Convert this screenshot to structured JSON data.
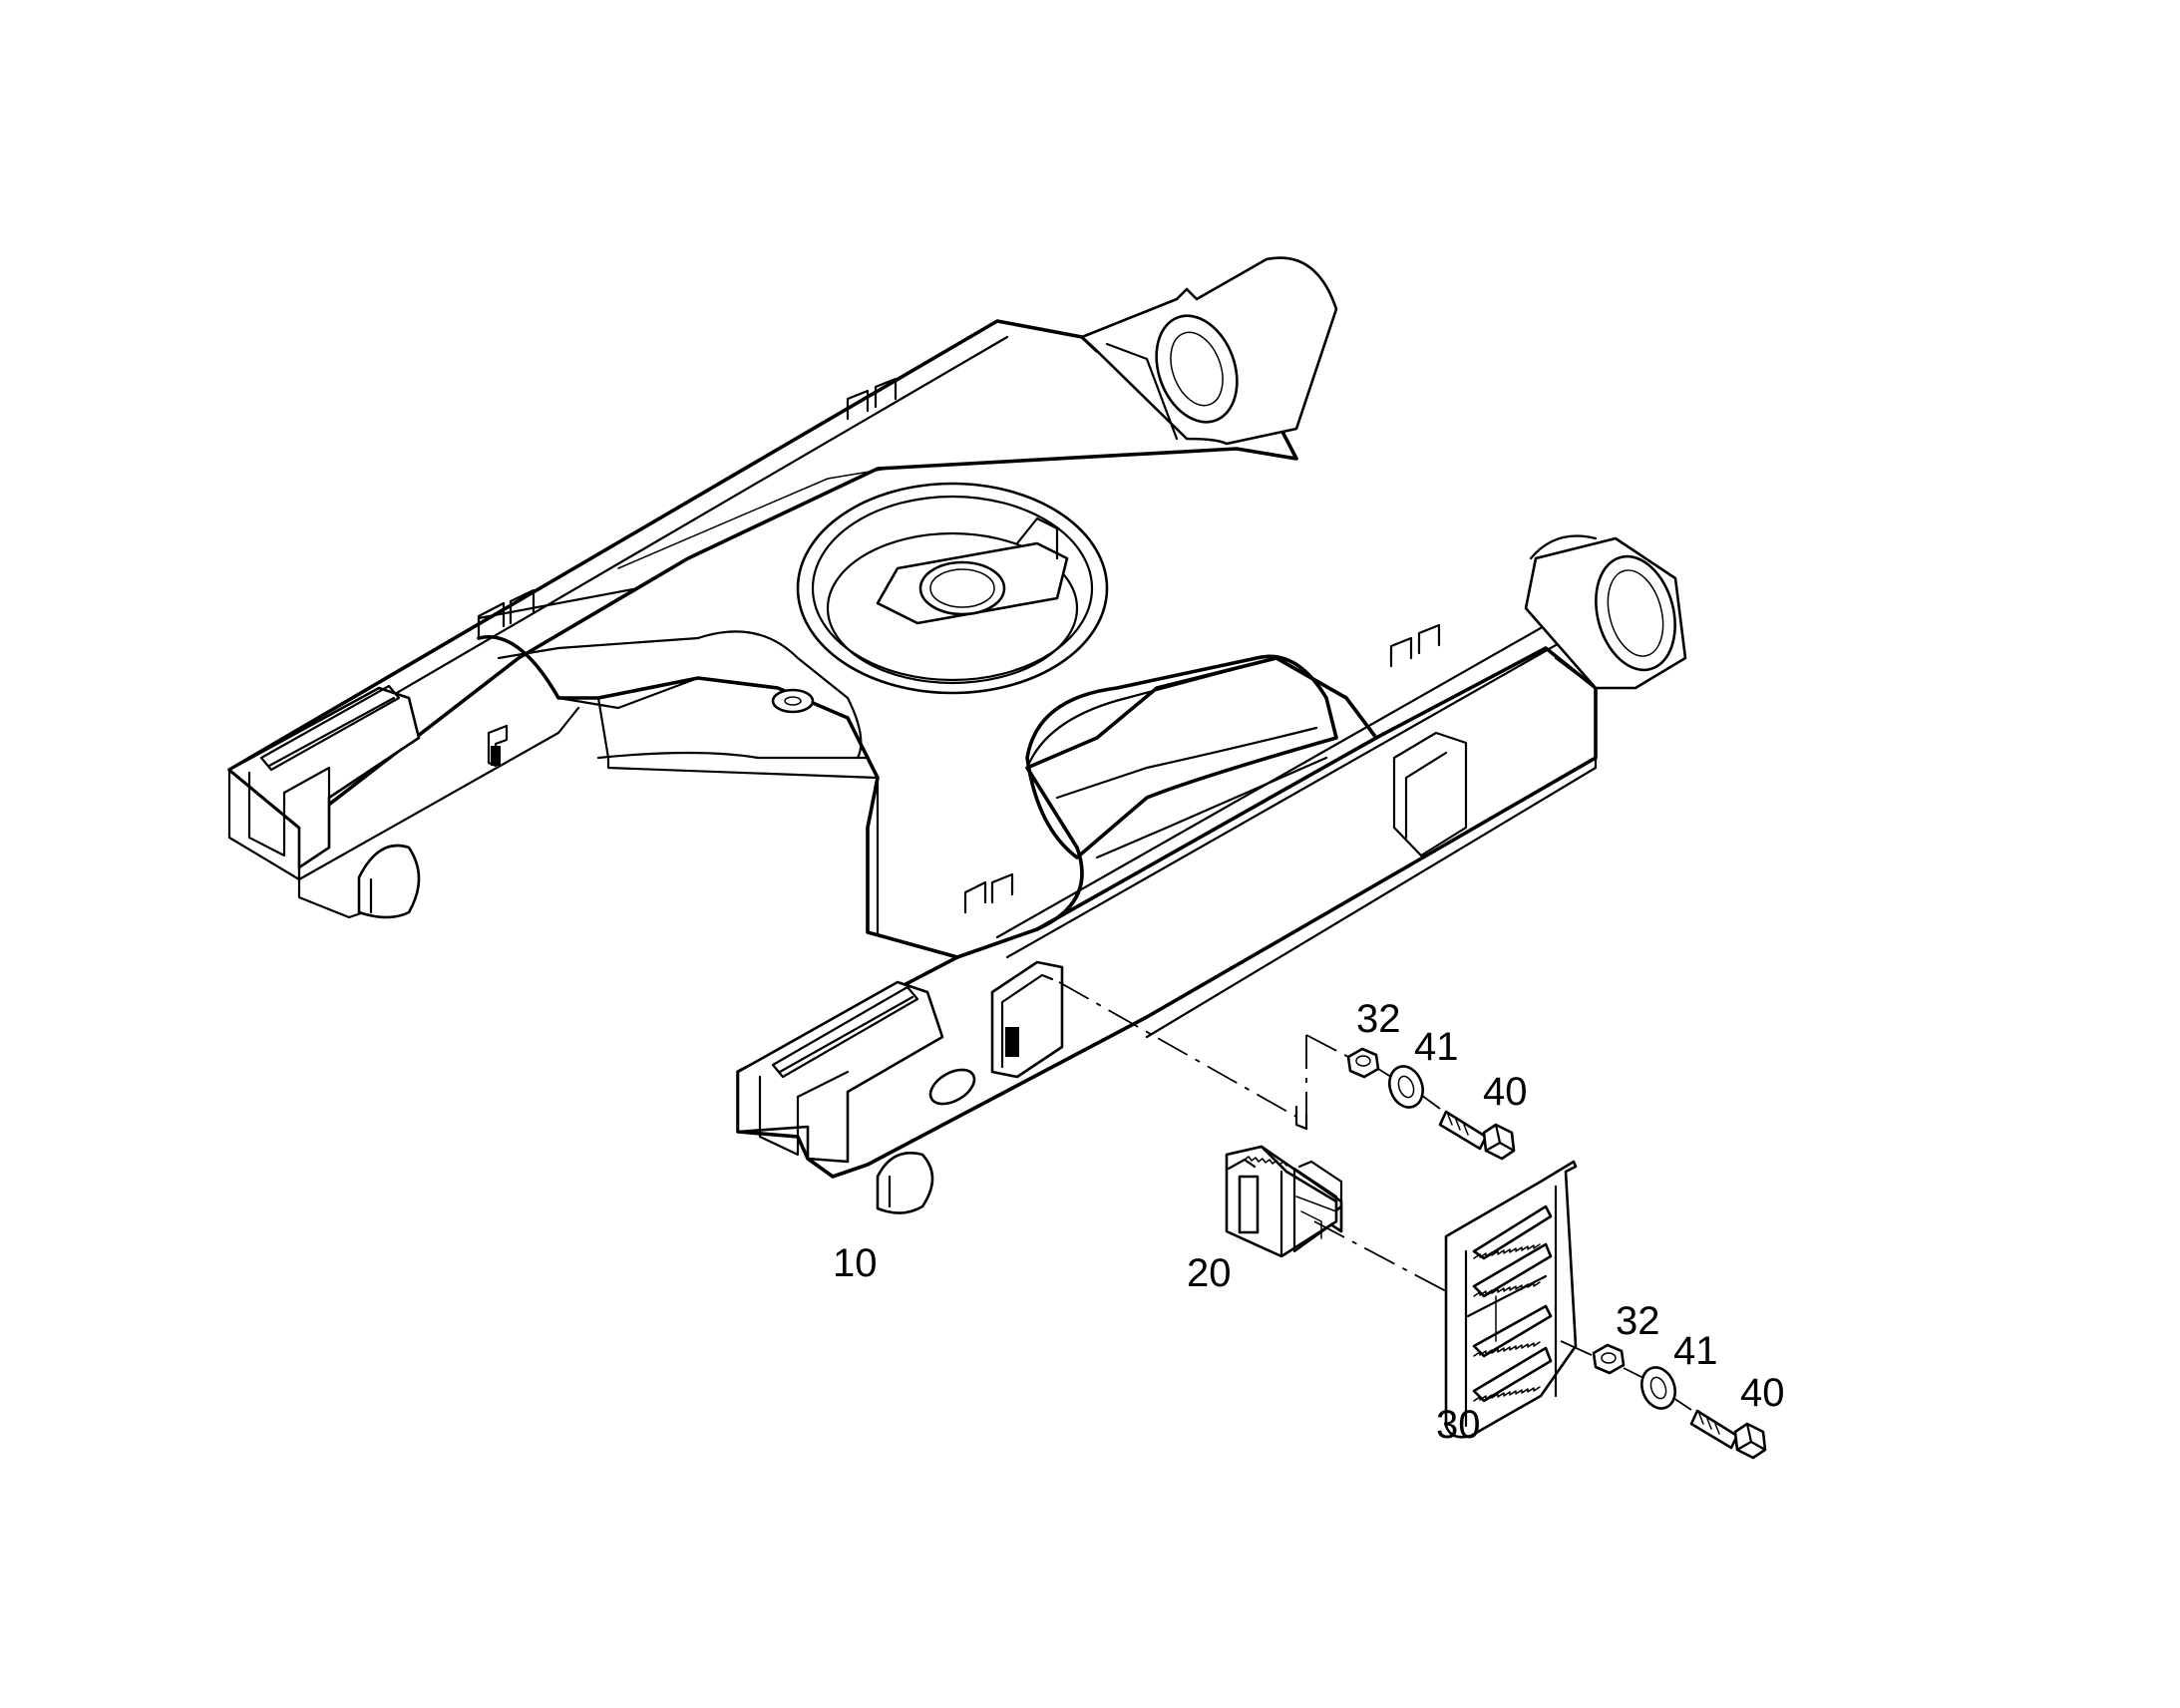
{
  "diagram": {
    "callouts": [
      {
        "id": "c10",
        "label": "10"
      },
      {
        "id": "c20",
        "label": "20"
      },
      {
        "id": "c30",
        "label": "30"
      },
      {
        "id": "c32a",
        "label": "32"
      },
      {
        "id": "c41a",
        "label": "41"
      },
      {
        "id": "c40a",
        "label": "40"
      },
      {
        "id": "c32b",
        "label": "32"
      },
      {
        "id": "c41b",
        "label": "41"
      },
      {
        "id": "c40b",
        "label": "40"
      }
    ]
  }
}
